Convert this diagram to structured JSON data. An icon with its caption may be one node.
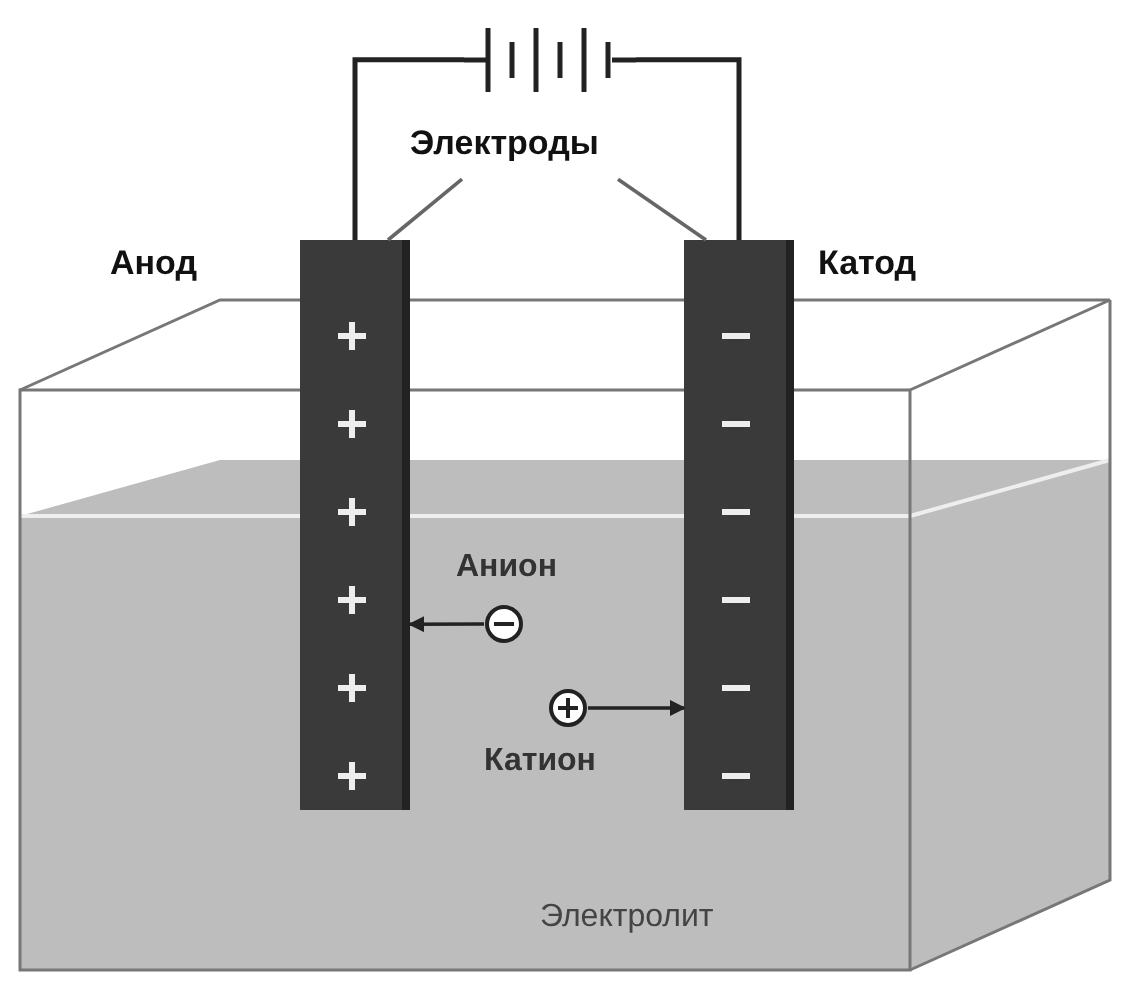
{
  "diagram": {
    "nodes": [
      {
        "text": [
          "Электроды"
        ]
      },
      {
        "text": [],
        "shape": "bar",
        "beside": [
          "Анод"
        ]
      },
      {
        "text": [],
        "shape": "bar",
        "beside": [
          "Катод"
        ]
      },
      {
        "text": [],
        "shape": "circle",
        "beside": [
          "Анион"
        ]
      },
      {
        "text": [],
        "shape": "circle",
        "beside": [
          "Катион"
        ]
      },
      {
        "text": [],
        "shape": "battery"
      }
    ],
    "edges": [
      {
        "from": 0,
        "to": 1,
        "arrow": "none"
      },
      {
        "from": 0,
        "to": 2,
        "arrow": "none"
      },
      {
        "from": 1,
        "to": 5,
        "arrow": "none"
      },
      {
        "from": 5,
        "to": 2,
        "arrow": "none"
      },
      {
        "from": 3,
        "to": 1,
        "arrow": "to"
      },
      {
        "from": 4,
        "to": 2,
        "arrow": "to"
      }
    ],
    "labels": [
      "Электролит"
    ]
  }
}
